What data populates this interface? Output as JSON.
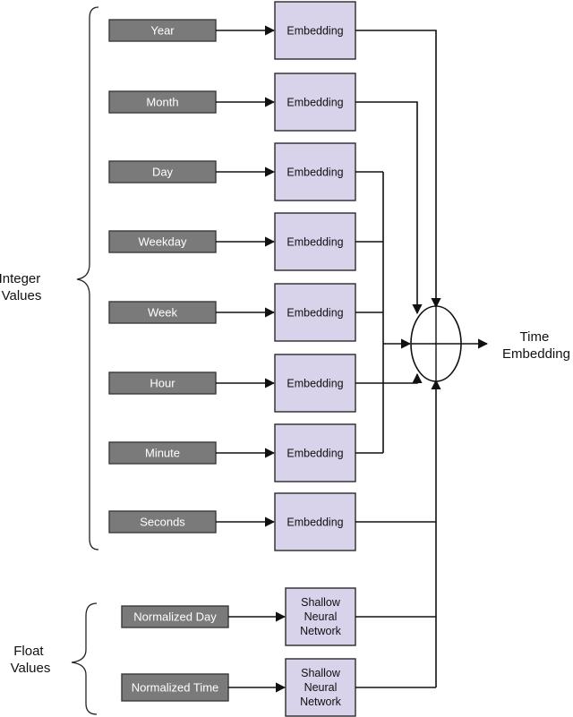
{
  "groups": {
    "integer": [
      "Integer",
      "Values"
    ],
    "float": [
      "Float",
      "Values"
    ]
  },
  "integer_inputs": [
    "Year",
    "Month",
    "Day",
    "Weekday",
    "Week",
    "Hour",
    "Minute",
    "Seconds"
  ],
  "embedding_label": "Embedding",
  "float_inputs": [
    "Normalized Day",
    "Normalized Time"
  ],
  "network_label": [
    "Shallow",
    "Neural",
    "Network"
  ],
  "output": [
    "Time",
    "Embedding"
  ]
}
